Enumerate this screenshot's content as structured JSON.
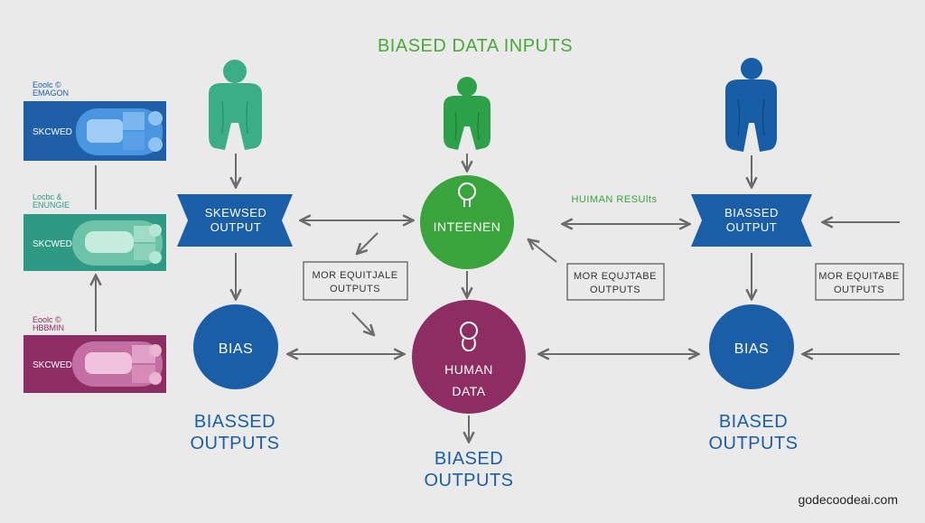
{
  "title": "BIASED DATA INPUTS",
  "left_panels": [
    {
      "caption_line1": "Eoolc ©",
      "caption_line2": "EMAGON",
      "label": "SKCWED",
      "color": "#1e5fa8",
      "accent": "#4a95e0"
    },
    {
      "caption_line1": "Locbc &",
      "caption_line2": "ENUNGIE",
      "label": "SKCWED",
      "color": "#2f9a83",
      "accent": "#7fd1bb"
    },
    {
      "caption_line1": "Eoolc ©",
      "caption_line2": "HBBMIN",
      "label": "SKCWED",
      "color": "#8e2d62",
      "accent": "#d28bb6"
    }
  ],
  "figures": {
    "left_color": "#3bad87",
    "center_color": "#2da14a",
    "right_color": "#175ea6"
  },
  "skewed_output": {
    "line1": "SKEWSED",
    "line2": "OUTPUT"
  },
  "biased_output": {
    "line1": "BIASSED",
    "line2": "OUTPUT"
  },
  "center_node": {
    "label": "INTEENEN",
    "color": "#3aa43c"
  },
  "human_data": {
    "line1": "HUMAN",
    "line2": "DATA",
    "color": "#8e2d62"
  },
  "human_results": "HUIMAN RESUlts",
  "equitable_left": {
    "line1": "MOR EQUITJALE",
    "line2": "OUTPUTS"
  },
  "equitable_mid": {
    "line1": "MOR EQUJTABE",
    "line2": "OUTPUTS"
  },
  "equitable_right": {
    "line1": "MOR EQUITABE",
    "line2": "OUTPUTS"
  },
  "bias_left": "BIAS",
  "bias_right": "BIAS",
  "biased_outputs_left": {
    "line1": "BIASSED",
    "line2": "OUTPUTS"
  },
  "biased_outputs_center": {
    "line1": "BIASED",
    "line2": "OUTPUTS"
  },
  "biased_outputs_right": {
    "line1": "BIASED",
    "line2": "OUTPUTS"
  },
  "footer": "godecoodeai.com",
  "colors": {
    "blue": "#1b5ea8",
    "green": "#39a83d",
    "purple": "#8e2d62",
    "arrow": "#6b6b6b",
    "title_green": "#4aa83a"
  }
}
